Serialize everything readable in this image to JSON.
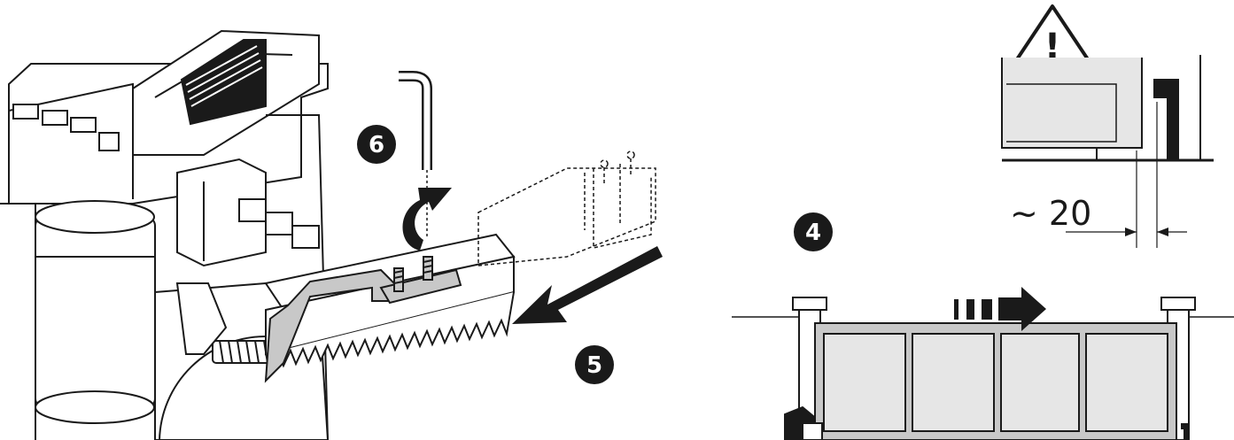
{
  "steps": {
    "step4": "4",
    "step5": "5",
    "step6": "6"
  },
  "dimension": {
    "text": "~ 20"
  },
  "warning": {
    "symbol": "!"
  },
  "colors": {
    "line": "#1a1a1a",
    "fill_gray": "#c8c8c8",
    "fill_light": "#e6e6e6",
    "background": "#ffffff"
  }
}
